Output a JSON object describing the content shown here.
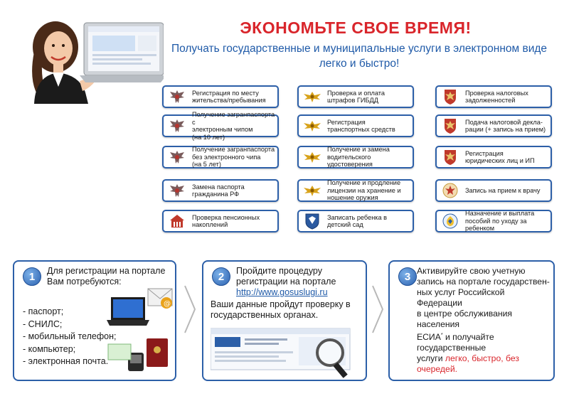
{
  "header": {
    "title": "ЭКОНОМЬТЕ СВОЕ ВРЕМЯ!",
    "subtitle_line1": "Получать государственные и муниципальные услуги в электронном виде",
    "subtitle_line2": "легко и быстро!"
  },
  "services": [
    {
      "icon": "eagle-emblem-icon",
      "line1": "Регистрация по месту",
      "line2": "жительства/пребывания",
      "line3": ""
    },
    {
      "icon": "eagle-emblem-icon",
      "line1": "Получение загранпаспорта с",
      "line2": "электронным чипом",
      "line3": "(на 10 лет)"
    },
    {
      "icon": "eagle-emblem-icon",
      "line1": "Получение загранпаспорта",
      "line2": "без электронного чипа",
      "line3": "(на 5 лет)"
    },
    {
      "icon": "eagle-emblem-icon",
      "line1": "Замена паспорта",
      "line2": "гражданина РФ",
      "line3": ""
    },
    {
      "icon": "pension-fund-icon",
      "line1": "Проверка пенсионных",
      "line2": "накоплений",
      "line3": ""
    },
    {
      "icon": "gibdd-emblem-icon",
      "line1": "Проверка и оплата",
      "line2": "штрафов ГИБДД",
      "line3": ""
    },
    {
      "icon": "gibdd-emblem-icon",
      "line1": "Регистрация",
      "line2": "транспортных средств",
      "line3": ""
    },
    {
      "icon": "gibdd-emblem-icon",
      "line1": "Получение и замена",
      "line2": "водительского",
      "line3": "удостоверения"
    },
    {
      "icon": "gibdd-emblem-icon",
      "line1": "Получение и продление",
      "line2": "лицензии на хранение и",
      "line3": "ношение оружия"
    },
    {
      "icon": "regional-shield-icon",
      "line1": "Записать ребенка в",
      "line2": "детский сад",
      "line3": ""
    },
    {
      "icon": "tax-service-icon",
      "line1": "Проверка налоговых",
      "line2": "задолженностей",
      "line3": ""
    },
    {
      "icon": "tax-service-icon",
      "line1": "Подача налоговой декла-",
      "line2": "рации (+ запись на прием)",
      "line3": ""
    },
    {
      "icon": "tax-service-icon",
      "line1": "Регистрация",
      "line2": "юридических лиц и ИП",
      "line3": ""
    },
    {
      "icon": "health-emblem-icon",
      "line1": "Запись на прием к врачу",
      "line2": "",
      "line3": ""
    },
    {
      "icon": "social-fund-icon",
      "line1": "Назначение и выплата",
      "line2": "пособий по уходу за",
      "line3": "ребенком"
    }
  ],
  "steps": [
    {
      "number": "1",
      "intro_line1": "Для регистрации на портале",
      "intro_line2": "Вам потребуются:",
      "items": [
        "- паспорт;",
        "- СНИЛС;",
        "- мобильный телефон;",
        "- компьютер;",
        "- электронная почта."
      ]
    },
    {
      "number": "2",
      "line1": "Пройдите процедуру",
      "line2": "регистрации на портале",
      "link": "http://www.gosuslugi.ru",
      "line3": "Ваши данные пройдут проверку в",
      "line4": "государственных органах."
    },
    {
      "number": "3",
      "line1": "Активируйте свою учетную",
      "line2": "запись на портале государствен-",
      "line3": "ных услуг Российской Федерации",
      "line4": "в центре обслуживания населения",
      "line5_a": "ЕСИА",
      "line5_sup": "*",
      "line5_b": " и получайте государственные",
      "line6_a": "услуги ",
      "line6_red": "легко, быстро, без очередей."
    }
  ],
  "colors": {
    "accent_blue": "#2c5fa8",
    "title_red": "#d9252b",
    "subtitle_blue": "#1f5aa8"
  }
}
